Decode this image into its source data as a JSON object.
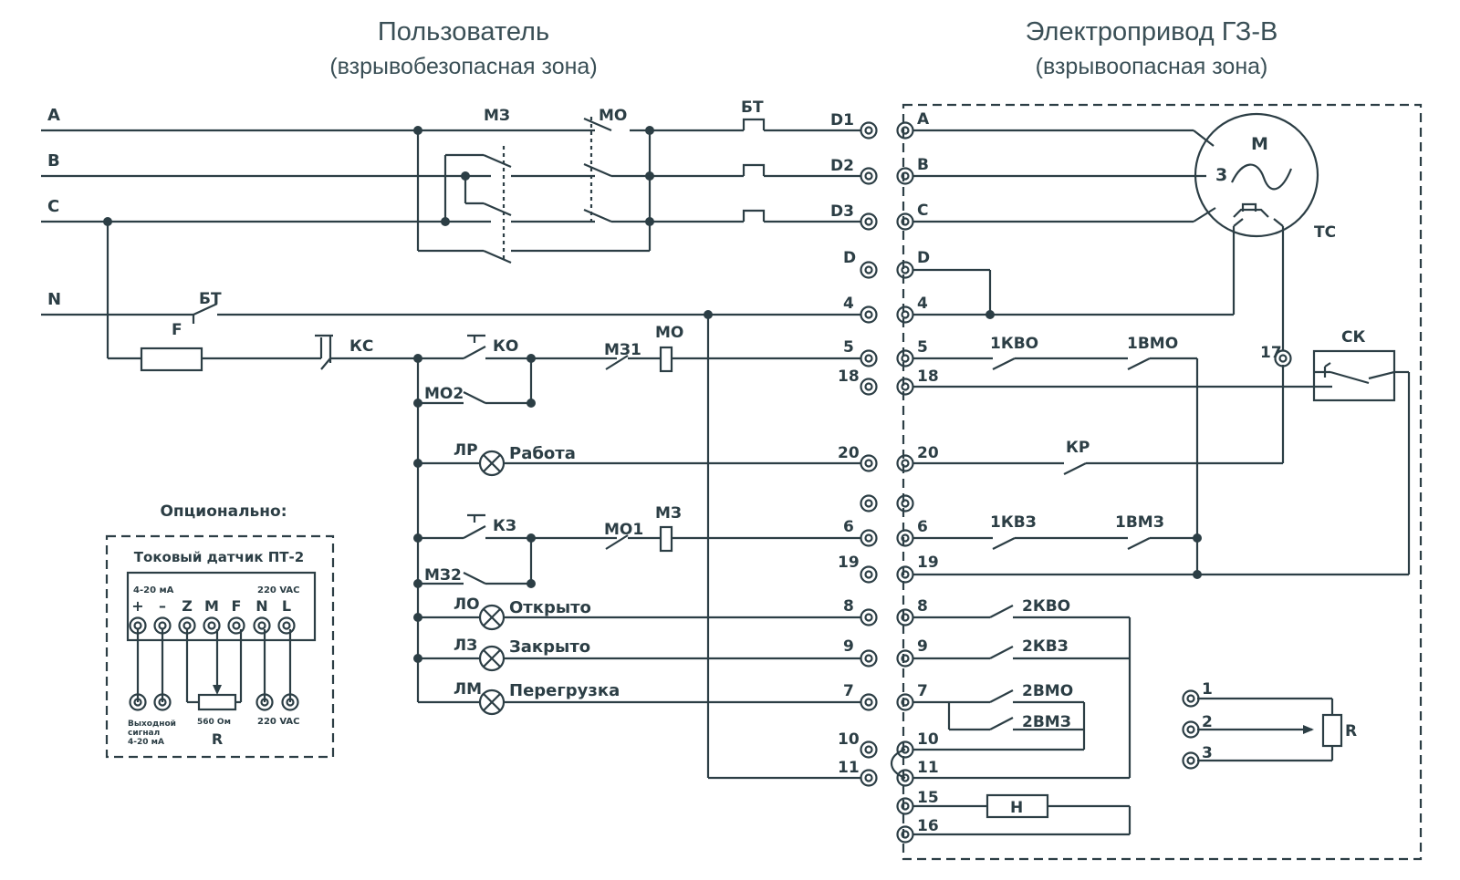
{
  "header": {
    "left_title": "Пользователь",
    "left_sub": "(взрывобезопасная зона)",
    "right_title": "Электропривод ГЗ-В",
    "right_sub": "(взрывоопасная зона)"
  },
  "supply": {
    "a": "A",
    "b": "B",
    "c": "C",
    "n": "N"
  },
  "devices": {
    "mz": "МЗ",
    "mo": "МО",
    "bt": "БТ",
    "bt2": "БТ",
    "f": "F",
    "ks": "КС",
    "ko": "КО",
    "mz1": "МЗ1",
    "mo_coil": "МО",
    "mo2": "МО2",
    "kz": "КЗ",
    "mo1": "МО1",
    "mz_coil": "МЗ",
    "mz2": "МЗ2"
  },
  "lamps": {
    "lr_tag": "ЛР",
    "lr": "Работа",
    "lo_tag": "ЛО",
    "lo": "Открыто",
    "lz_tag": "ЛЗ",
    "lz": "Закрыто",
    "lm_tag": "ЛМ",
    "lm": "Перегрузка"
  },
  "left_terms": {
    "d1": "D1",
    "d2": "D2",
    "d3": "D3",
    "d": "D",
    "t4": "4",
    "t5": "5",
    "t18": "18",
    "t20": "20",
    "t6": "6",
    "t19": "19",
    "t8": "8",
    "t9": "9",
    "t7": "7",
    "t10": "10",
    "t11": "11"
  },
  "right_terms": {
    "a": "A",
    "b": "B",
    "c": "C",
    "d": "D",
    "t4": "4",
    "t5": "5",
    "t18": "18",
    "t20": "20",
    "t6": "6",
    "t19": "19",
    "t8": "8",
    "t9": "9",
    "t7": "7",
    "t10": "10",
    "t11": "11",
    "t15": "15",
    "t16": "16",
    "t17": "17",
    "p1": "1",
    "p2": "2",
    "p3": "3"
  },
  "drive": {
    "motor": "M",
    "phase": "3",
    "tc": "ТС",
    "sk": "СК",
    "kvo1": "1КВО",
    "vmo1": "1ВМО",
    "kr": "КР",
    "kvz1": "1КВЗ",
    "vmz1": "1ВМЗ",
    "kvo2": "2КВО",
    "kvz2": "2КВЗ",
    "vmo2": "2ВМО",
    "vmz2": "2ВМЗ",
    "heater": "Н",
    "pot": "R"
  },
  "optional": {
    "caption": "Опционально:",
    "title": "Токовый датчик ПТ-2",
    "ma": "4-20 мА",
    "vac": "220 VAC",
    "plus": "+",
    "minus": "–",
    "z": "Z",
    "m": "M",
    "f": "F",
    "n": "N",
    "l": "L",
    "out1": "Выходной",
    "out2": "сигнал",
    "out3": "4-20 мА",
    "ohm": "560 Ом",
    "vac2": "220 VAC",
    "r": "R"
  }
}
